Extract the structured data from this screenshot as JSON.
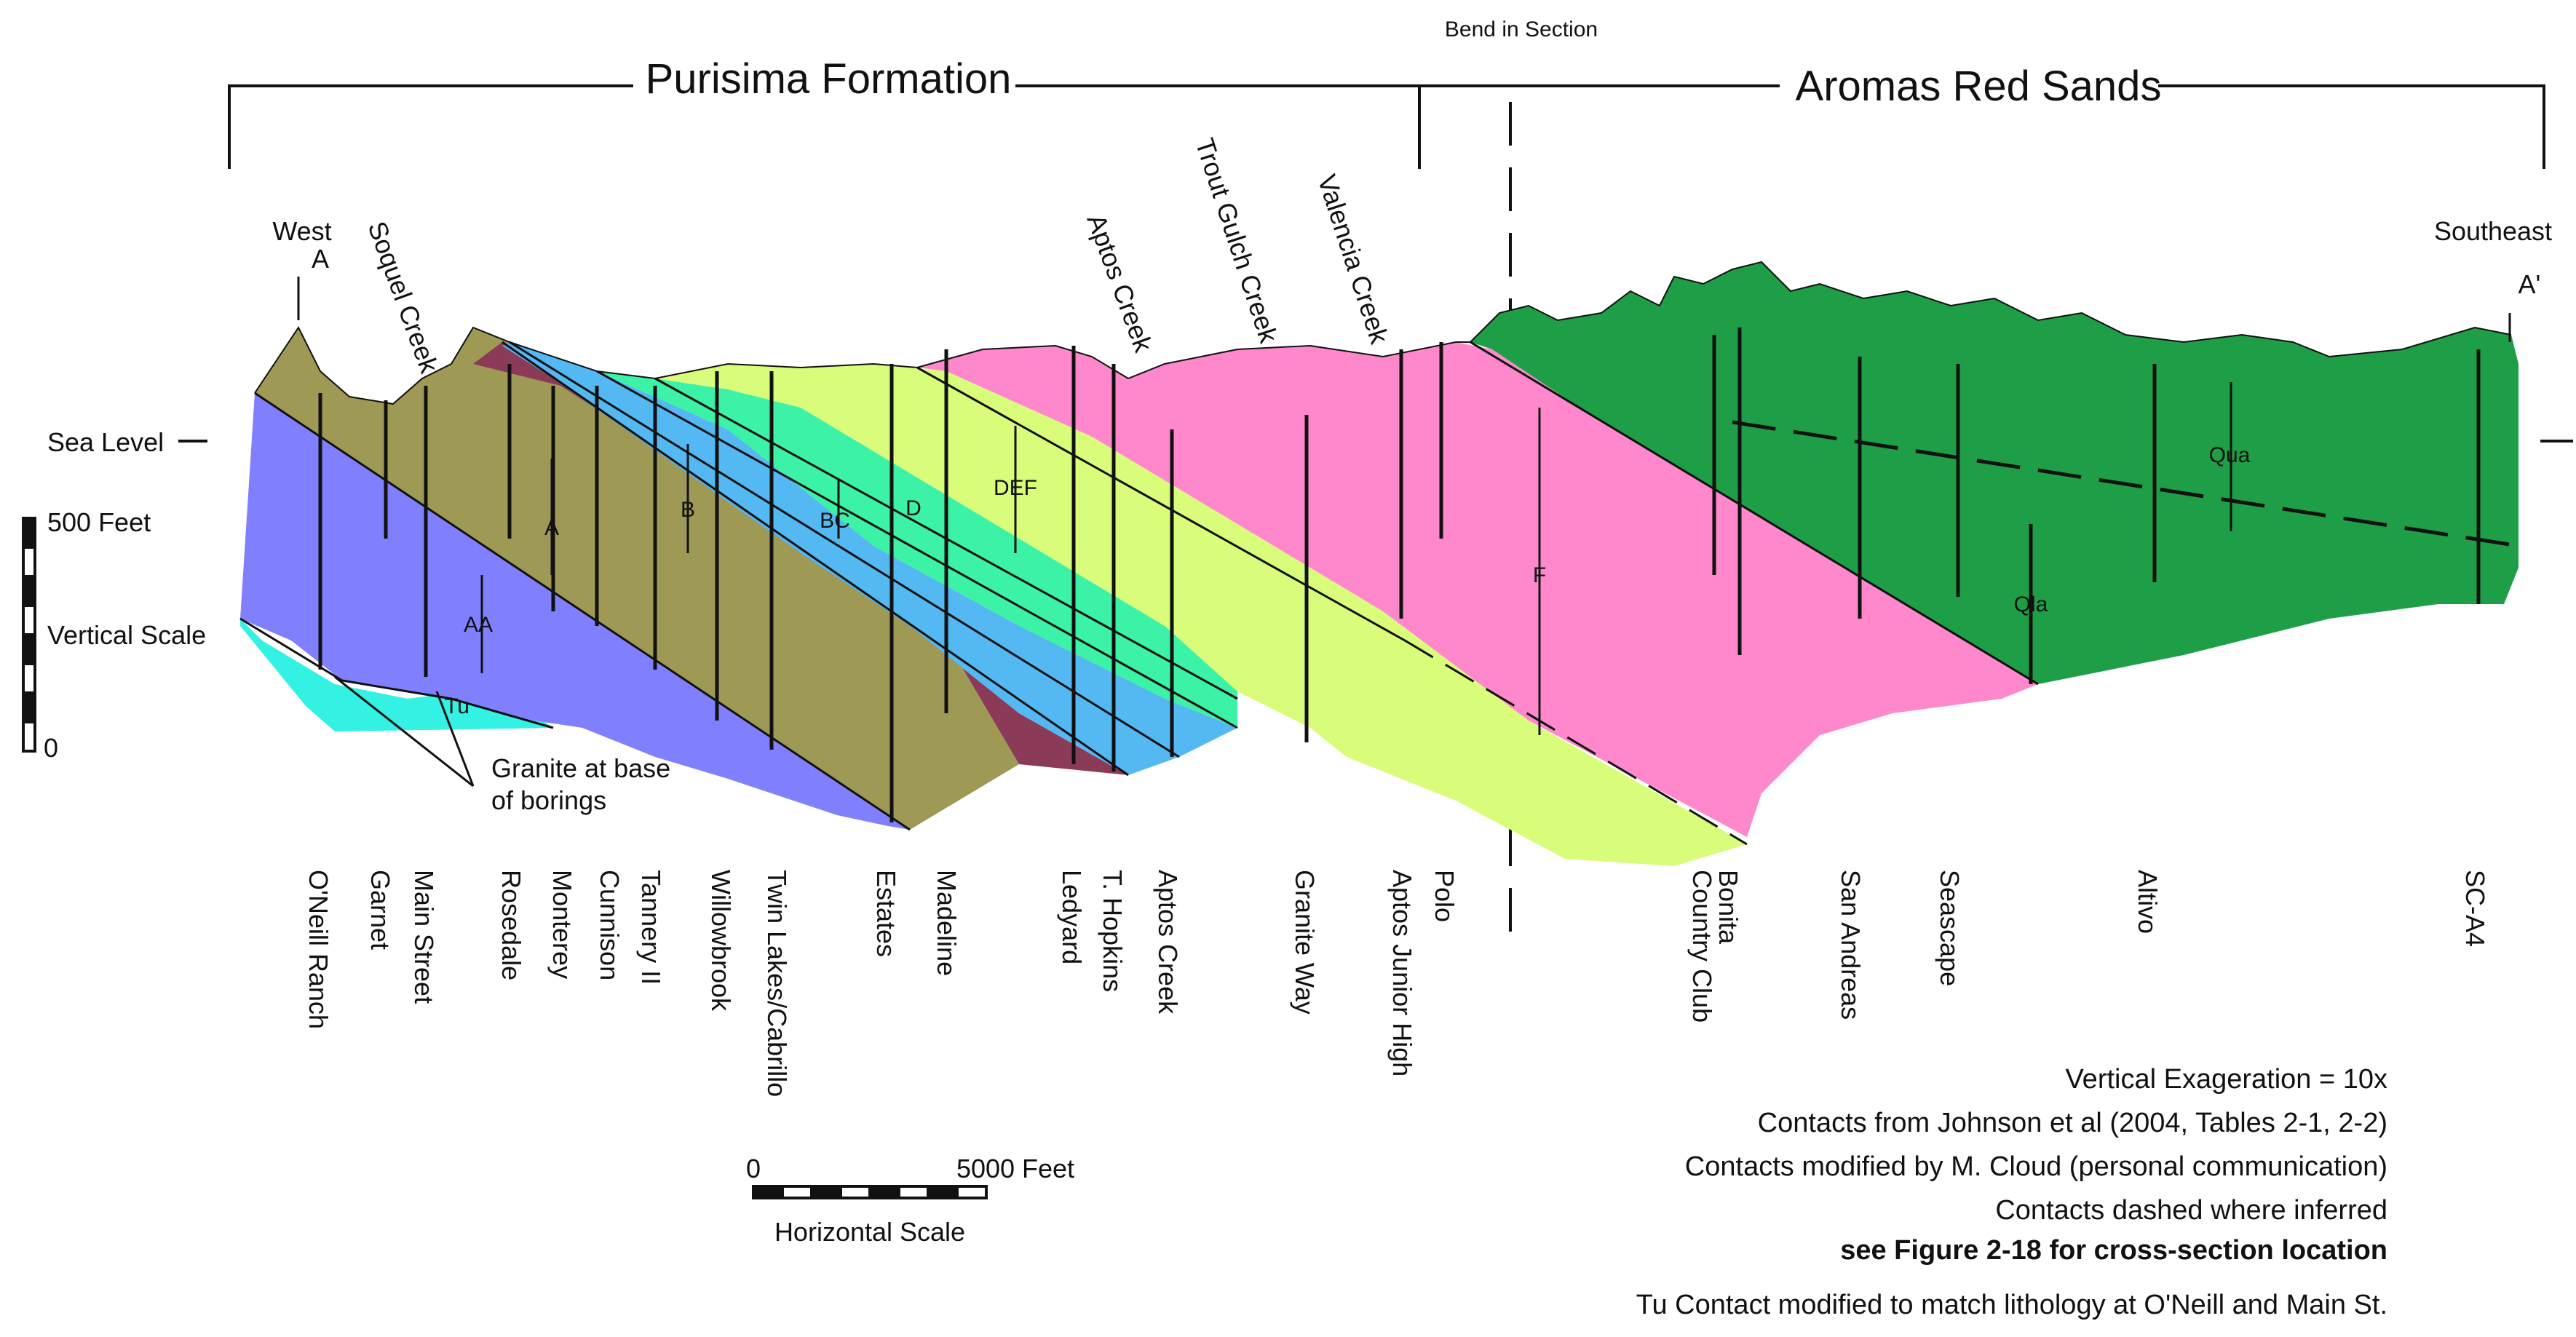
{
  "header": {
    "left_formation": "Purisima Formation",
    "right_formation": "Aromas Red Sands",
    "bend_label": "Bend in Section"
  },
  "ends": {
    "west_label": "West",
    "west_marker": "A",
    "east_label": "Southeast",
    "east_marker": "A'"
  },
  "sea_level_label": "Sea Level",
  "vertical_scale": {
    "top": "500 Feet",
    "label": "Vertical Scale",
    "bottom": "0"
  },
  "horizontal_scale": {
    "left": "0",
    "right": "5000 Feet",
    "label": "Horizontal Scale"
  },
  "creeks": [
    "Soquel Creek",
    "Aptos Creek",
    "Trout Gulch Creek",
    "Valencia Creek"
  ],
  "units": {
    "AA": "AA",
    "A": "A",
    "B": "B",
    "BC": "BC",
    "D": "D",
    "DEF": "DEF",
    "F": "F",
    "Tu": "Tu",
    "Qua": "Qua",
    "Qla": "Qla"
  },
  "unit_colors": {
    "AA": "#8080ff",
    "A": "#9e9a55",
    "B": "#8b3a57",
    "BC": "#54b8f2",
    "D": "#3cf2a6",
    "DEF": "#d9fd7b",
    "F": "#ff88cc",
    "Tu": "#33f2e3",
    "Aromas": "#1e9e46"
  },
  "granite_note": [
    "Granite at base",
    "of borings"
  ],
  "wells": [
    "O'Neill Ranch",
    "Garnet",
    "Main Street",
    "Rosedale",
    "Monterey",
    "Cunnison",
    "Tannery II",
    "Willowbrook",
    "Twin Lakes/Cabrillo",
    "Estates",
    "Madeline",
    "Ledyard",
    "T. Hopkins",
    "Aptos Creek",
    "Granite Way",
    "Aptos Junior High",
    "Polo",
    "Bonita",
    "Country Club",
    "San Andreas",
    "Seascape",
    "Altivo",
    "SC-A4"
  ],
  "notes": [
    "Vertical Exageration = 10x",
    "Contacts from Johnson et al (2004, Tables 2-1, 2-2)",
    "Contacts modified by M. Cloud (personal communication)",
    "Contacts dashed where inferred",
    "see Figure 2-18 for cross-section location",
    "Tu Contact modified to match lithology at O'Neill and Main St."
  ]
}
